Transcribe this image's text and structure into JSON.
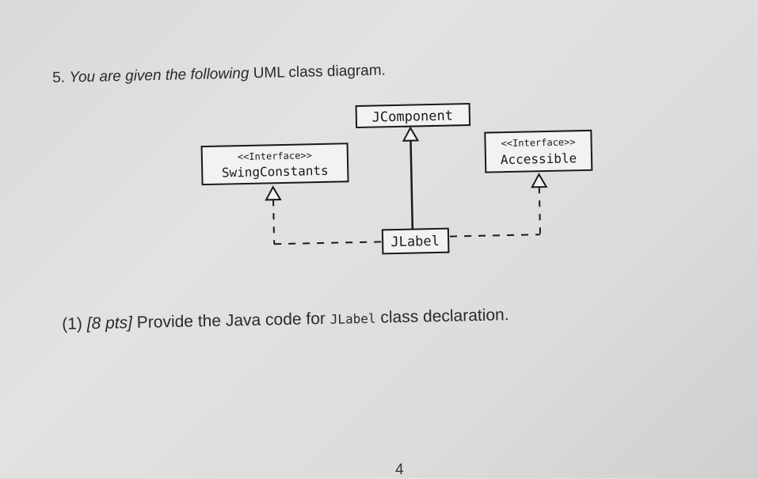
{
  "question": {
    "number": "5.",
    "text": "You are given the following",
    "text_uml": "UML class diagram."
  },
  "diagram": {
    "jcomponent": {
      "name": "JComponent"
    },
    "swing_constants": {
      "stereotype": "<<Interface>>",
      "name": "SwingConstants"
    },
    "accessible": {
      "stereotype": "<<Interface>>",
      "name": "Accessible"
    },
    "jlabel": {
      "name": "JLabel"
    }
  },
  "part": {
    "label": "(1)",
    "points": "[8 pts]",
    "text_before": "Provide the Java code for",
    "code": "JLabel",
    "text_after": "class declaration."
  },
  "page": {
    "number": "4"
  }
}
